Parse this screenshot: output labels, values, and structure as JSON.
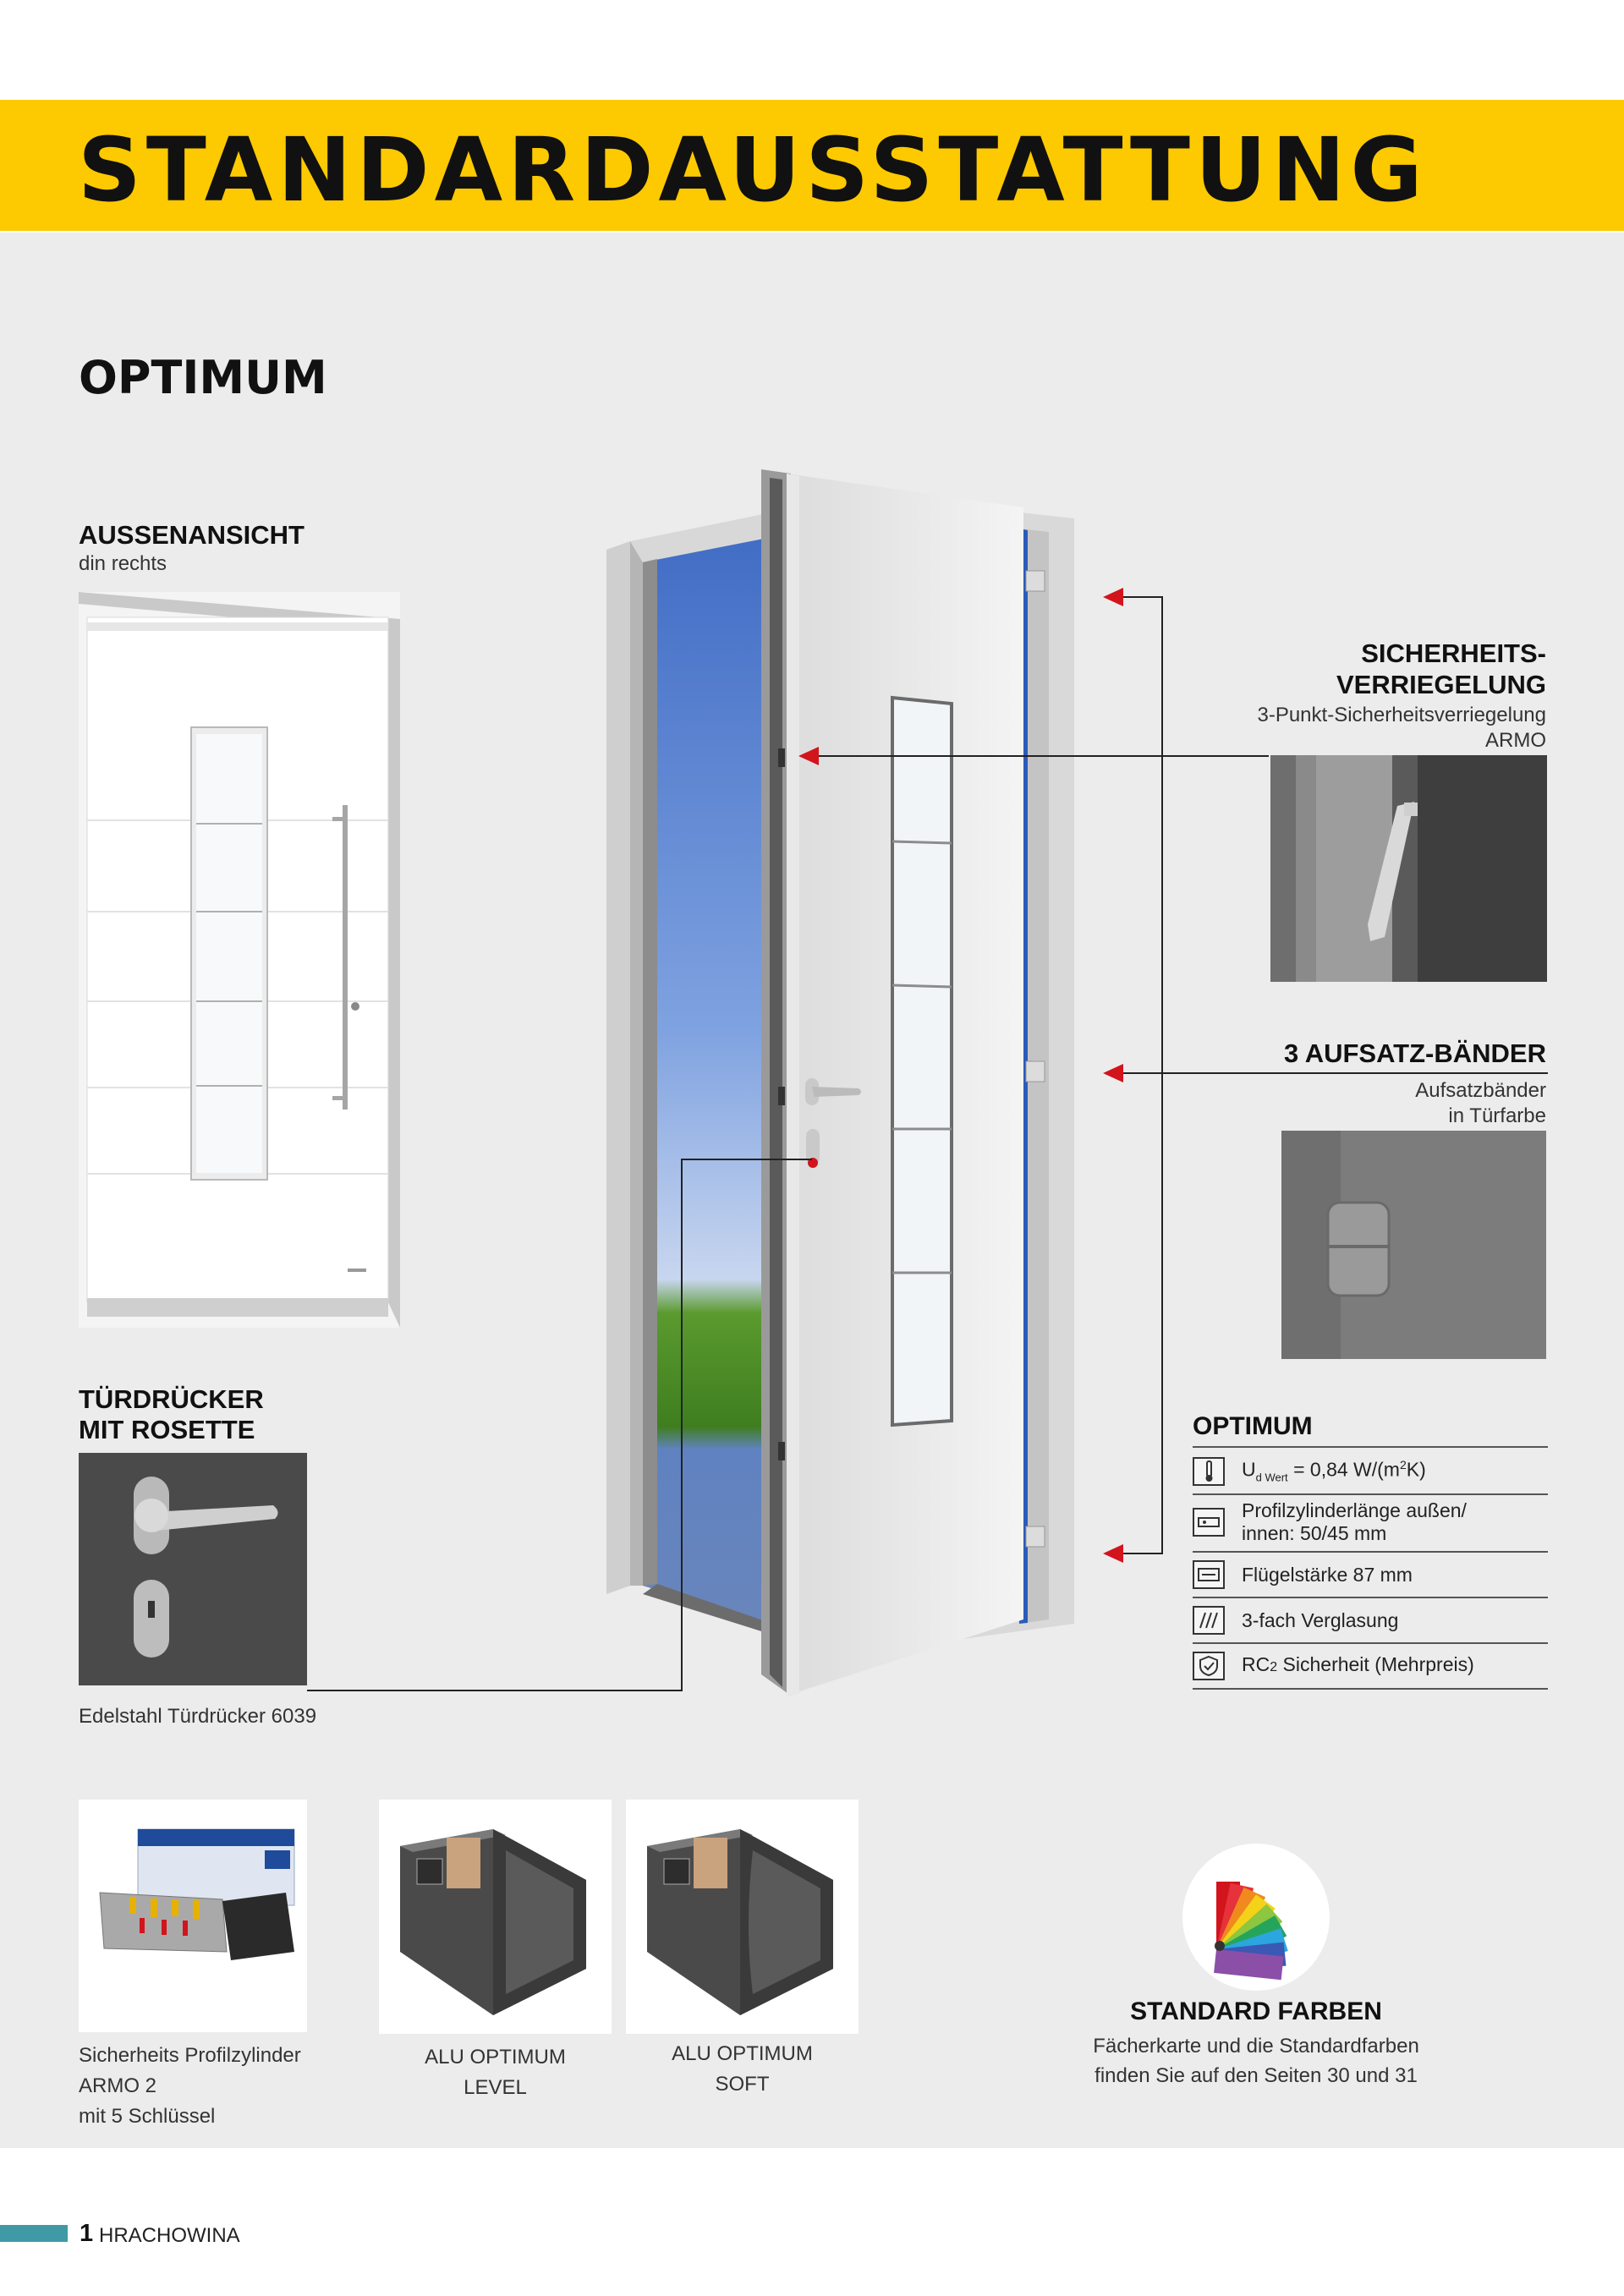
{
  "banner": {
    "title": "STANDARDAUSSTATTUNG"
  },
  "model": {
    "title": "OPTIMUM"
  },
  "outside_view": {
    "title": "AUSSENANSICHT",
    "subtitle": "din rechts"
  },
  "handle": {
    "title_line1": "TÜRDRÜCKER",
    "title_line2": "MIT ROSETTE",
    "caption": "Edelstahl Türdrücker 6039"
  },
  "security_lock": {
    "title_line1": "SICHERHEITS-",
    "title_line2": "VERRIEGELUNG",
    "text_line1": "3-Punkt-Sicherheitsverriegelung",
    "text_line2": "ARMO"
  },
  "hinges": {
    "title": "3 AUFSATZ-BÄNDER",
    "text_line1": "Aufsatzbänder",
    "text_line2": "in Türfarbe"
  },
  "features": {
    "title": "OPTIMUM",
    "items": [
      {
        "icon": "thermometer-icon",
        "u": "U",
        "sub": "d Wert",
        "value": " = 0,84 W/(m",
        "sup": "2",
        "unit": "K)"
      },
      {
        "icon": "cylinder-icon",
        "line1": "Profilzylinderlänge außen/",
        "line2": "innen: 50/45 mm"
      },
      {
        "icon": "door-thickness-icon",
        "text": "Flügelstärke 87 mm"
      },
      {
        "icon": "glazing-icon",
        "text": "3-fach Verglasung"
      },
      {
        "icon": "security-shield-icon",
        "pre": "RC",
        "small": "2",
        "post": " Sicherheit (Mehrpreis)"
      }
    ]
  },
  "bottom": {
    "cylinder": {
      "line1": "Sicherheits Profilzylinder",
      "line2": "ARMO 2",
      "line3": "mit 5 Schlüssel"
    },
    "level": {
      "line1": "ALU OPTIMUM",
      "line2": "LEVEL"
    },
    "soft": {
      "line1": "ALU OPTIMUM",
      "line2": "SOFT"
    },
    "colors": {
      "title": "STANDARD FARBEN",
      "line1": "Fächerkarte und die Standardfarben",
      "line2": "finden Sie auf den Seiten 30 und 31"
    }
  },
  "footer": {
    "page": "1",
    "brand": "HRACHOWINA"
  },
  "colors": {
    "accent_yellow": "#fdc900",
    "arrow_red": "#d2141c",
    "footer_teal": "#3f9aa6"
  }
}
